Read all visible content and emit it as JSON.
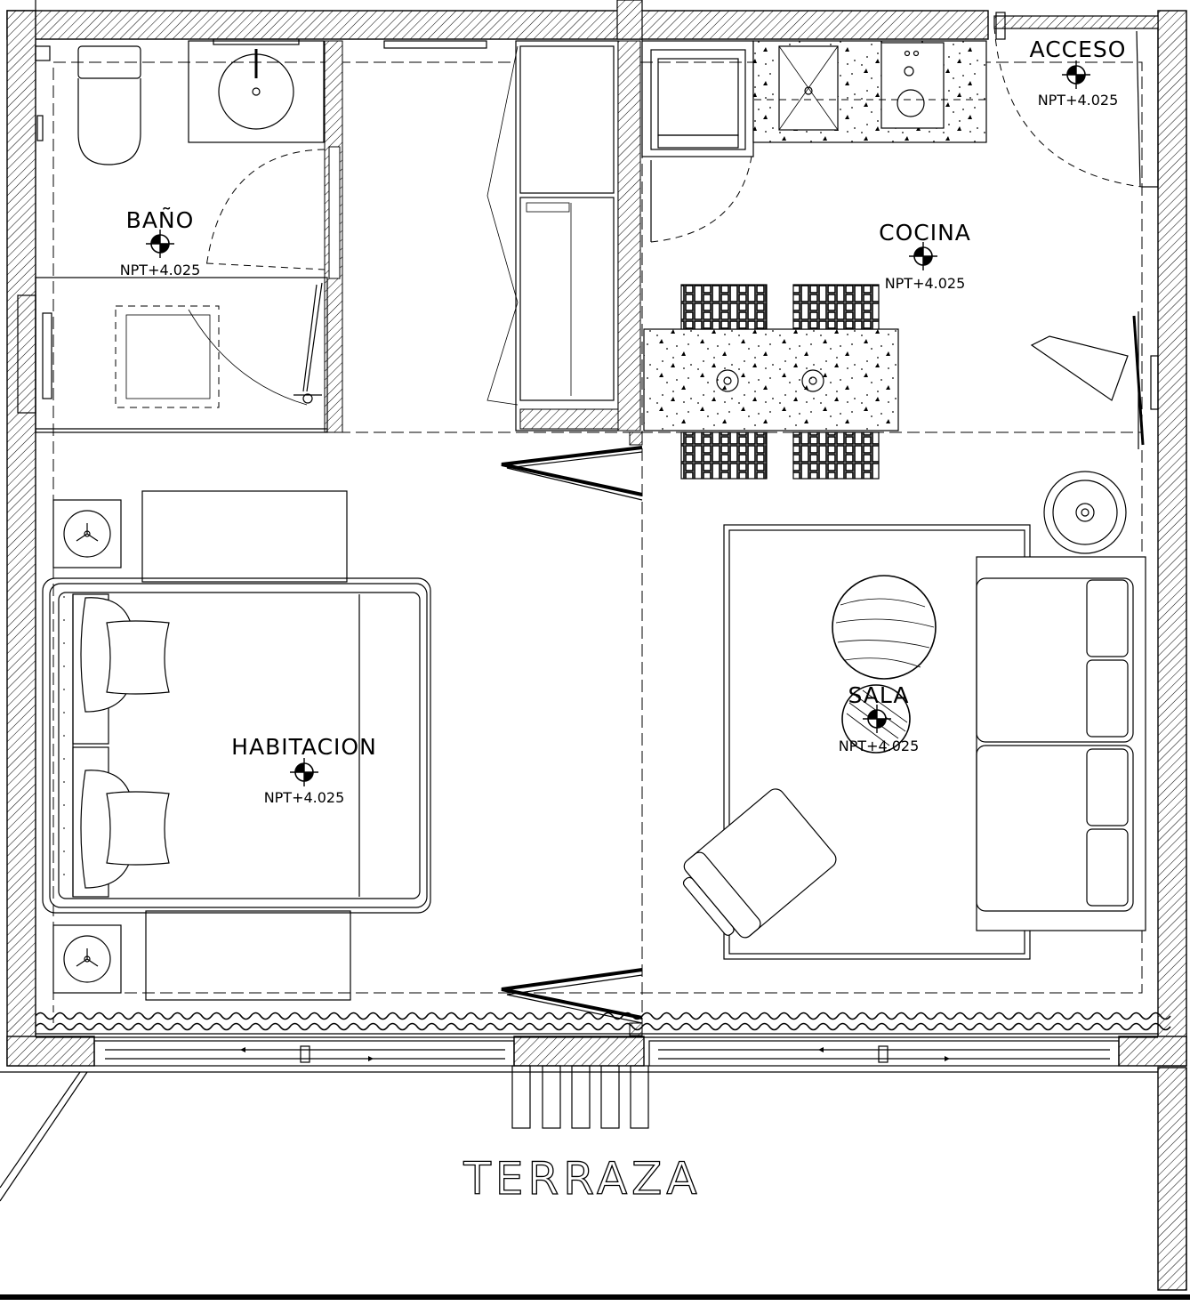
{
  "rooms": {
    "bano": {
      "name": "BAÑO",
      "level": "NPT+4.025"
    },
    "cocina": {
      "name": "COCINA",
      "level": "NPT+4.025"
    },
    "acceso": {
      "name": "ACCESO",
      "level": "NPT+4.025"
    },
    "habitacion": {
      "name": "HABITACION",
      "level": "NPT+4.025"
    },
    "sala": {
      "name": "SALA",
      "level": "NPT+4.025"
    }
  },
  "terraza": {
    "name": "TERRAZA"
  }
}
